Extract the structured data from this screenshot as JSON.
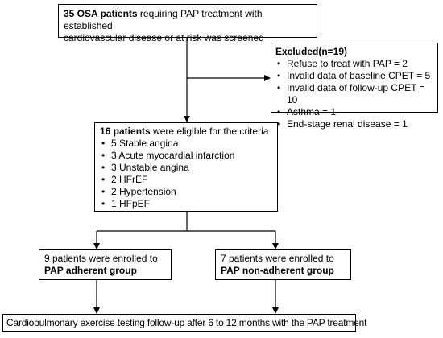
{
  "screening": {
    "bold_text": "35 OSA patients",
    "rest_line1": " requiring PAP treatment with established",
    "line2": "cardiovascular disease or at risk was screened"
  },
  "excluded": {
    "title": "Excluded(n=19)",
    "items": [
      "Refuse to treat with PAP = 2",
      "Invalid data of baseline CPET = 5",
      "Invalid data of follow-up CPET = 10",
      "Asthma = 1",
      "End-stage renal disease = 1"
    ]
  },
  "eligible": {
    "bold_text": "16 patients",
    "rest_text": " were eligible for the criteria",
    "items": [
      "5 Stable angina",
      "3 Acute myocardial infarction",
      "3 Unstable angina",
      "2 HFrEF",
      "2 Hypertension",
      "1 HFpEF"
    ]
  },
  "adherent": {
    "line1": "9 patients were enrolled to",
    "line2": "PAP adherent group"
  },
  "non_adherent": {
    "line1": "7 patients were enrolled to",
    "line2": "PAP non-adherent group"
  },
  "followup": {
    "text": "Cardiopulmonary exercise testing follow-up after 6 to 12 months with the PAP treatment"
  }
}
